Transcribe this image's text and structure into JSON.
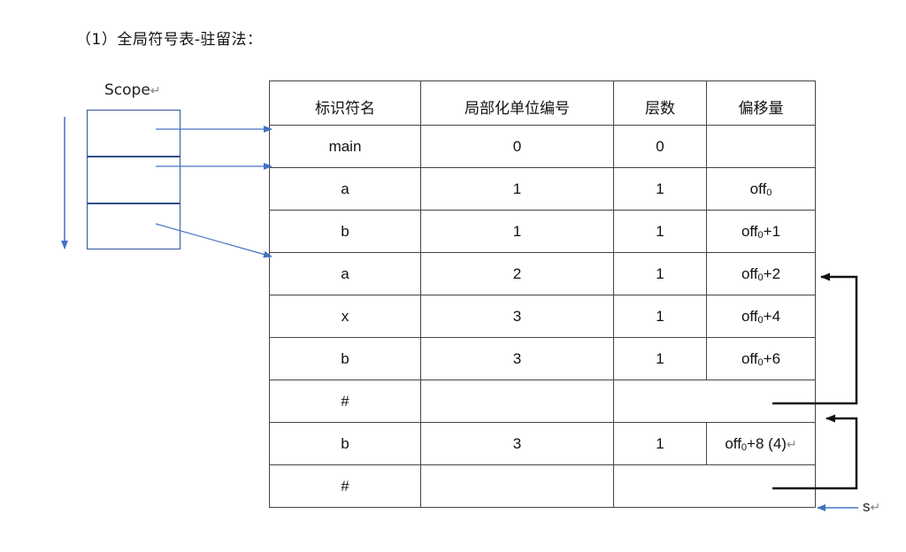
{
  "heading": "（1）全局符号表-驻留法：",
  "scope_label": "Scope",
  "return_mark": "↵",
  "sub_mark": "0",
  "table": {
    "headers": [
      "标识符名",
      "局部化单位编号",
      "层数",
      "偏移量"
    ],
    "rows": [
      {
        "name": "main",
        "unit": "0",
        "level": "0",
        "offset_base": "",
        "offset_suffix": ""
      },
      {
        "name": "a",
        "unit": "1",
        "level": "1",
        "offset_base": "off",
        "offset_suffix": ""
      },
      {
        "name": "b",
        "unit": "1",
        "level": "1",
        "offset_base": "off",
        "offset_suffix": "+1"
      },
      {
        "name": "a",
        "unit": "2",
        "level": "1",
        "offset_base": "off",
        "offset_suffix": "+2"
      },
      {
        "name": "x",
        "unit": "3",
        "level": "1",
        "offset_base": "off",
        "offset_suffix": "+4"
      },
      {
        "name": "b",
        "unit": "3",
        "level": "1",
        "offset_base": "off",
        "offset_suffix": "+6"
      },
      {
        "name": "#",
        "unit": "",
        "level": "",
        "offset_base": "",
        "offset_suffix": ""
      },
      {
        "name": "b",
        "unit": "3",
        "level": "1",
        "offset_base": "off",
        "offset_suffix": "+8 (4)"
      },
      {
        "name": "#",
        "unit": "",
        "level": "",
        "offset_base": "",
        "offset_suffix": ""
      }
    ]
  },
  "s_label": "s",
  "colors": {
    "arrow_blue": "#4472c4",
    "scope_border": "#2f4d8f",
    "black": "#111111"
  }
}
